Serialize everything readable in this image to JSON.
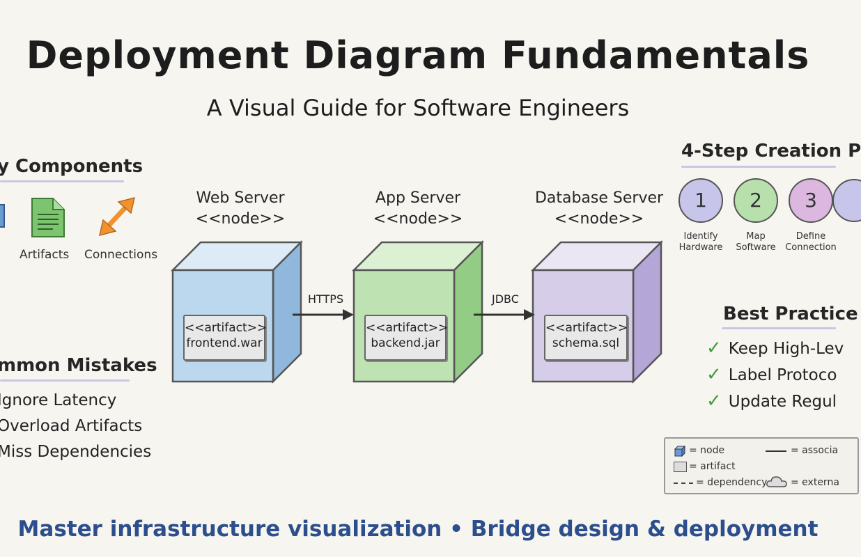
{
  "header": {
    "title": "Deployment Diagram Fundamentals",
    "subtitle": "A Visual Guide for Software Engineers"
  },
  "components": {
    "title": "y Components",
    "items": [
      {
        "label": "Artifacts",
        "icon": "document-icon",
        "color": "#7cc46e"
      },
      {
        "label": "Connections",
        "icon": "double-arrow-icon",
        "color": "#f0922e"
      }
    ]
  },
  "mistakes": {
    "title": "mmon Mistakes",
    "items": [
      "Ignore Latency",
      "Overload Artifacts",
      "Miss Dependencies"
    ]
  },
  "diagram": {
    "nodes": [
      {
        "name": "Web Server",
        "stereotype": "<<node>>",
        "artifact_stereotype": "<<artifact>>",
        "artifact": "frontend.war",
        "color": "#bcd8ee"
      },
      {
        "name": "App Server",
        "stereotype": "<<node>>",
        "artifact_stereotype": "<<artifact>>",
        "artifact": "backend.jar",
        "color": "#bfe2b3"
      },
      {
        "name": "Database Server",
        "stereotype": "<<node>>",
        "artifact_stereotype": "<<artifact>>",
        "artifact": "schema.sql",
        "color": "#d6cde9"
      }
    ],
    "connections": [
      "HTTPS",
      "JDBC"
    ]
  },
  "steps": {
    "title": "4-Step Creation P",
    "items": [
      {
        "number": "1",
        "line1": "Identify",
        "line2": "Hardware",
        "color": "#c7c5ea"
      },
      {
        "number": "2",
        "line1": "Map",
        "line2": "Software",
        "color": "#b8e0ad"
      },
      {
        "number": "3",
        "line1": "Define",
        "line2": "Connection",
        "color": "#dcb7df"
      }
    ]
  },
  "practices": {
    "title": "Best Practice",
    "items": [
      "Keep High-Lev",
      "Label Protoco",
      "Update Regul"
    ],
    "check": "✓"
  },
  "legend": {
    "node": "= node",
    "artifact": "= artifact",
    "dependency": "= dependency",
    "association": "= associa",
    "external": "= externa"
  },
  "footer": "Master infrastructure visualization • Bridge design & deployment"
}
